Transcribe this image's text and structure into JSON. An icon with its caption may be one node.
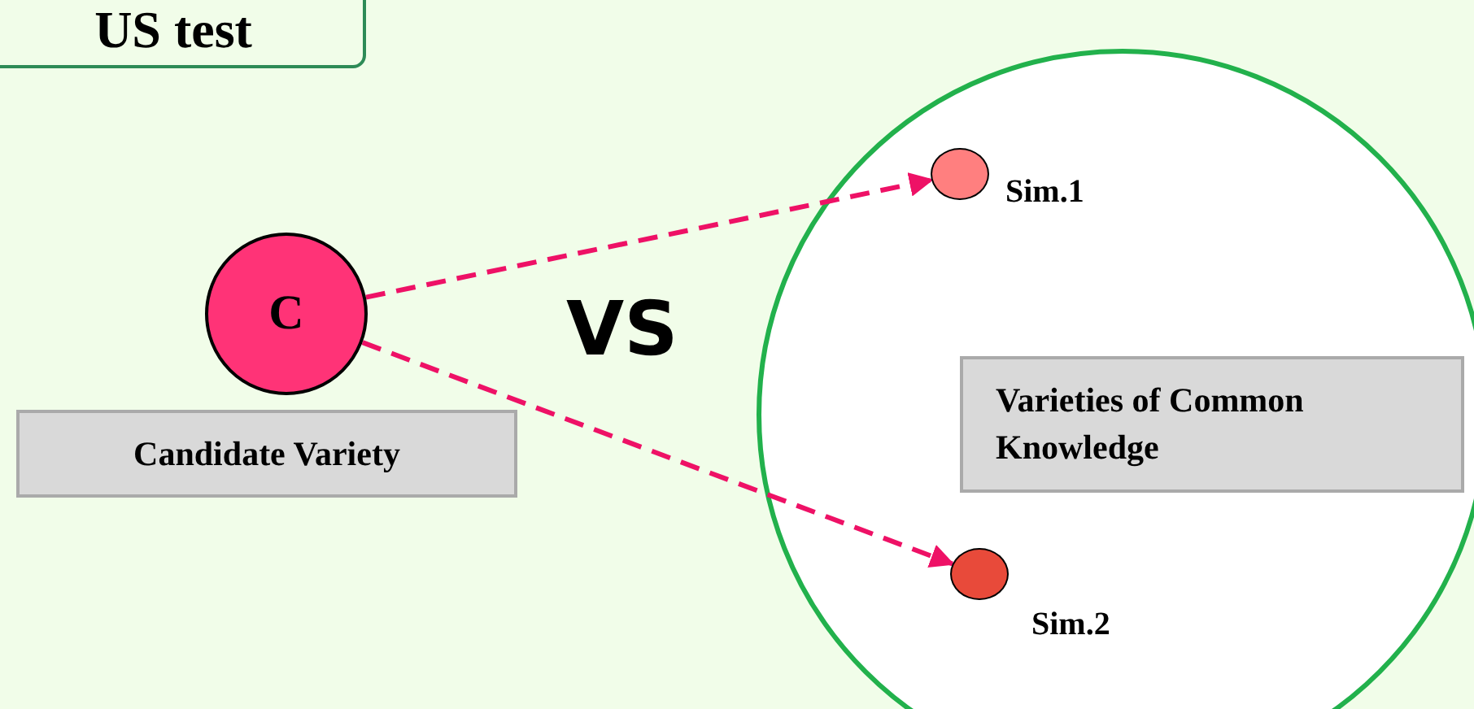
{
  "diagram": {
    "nodes": [
      {
        "text": [
          "US test"
        ]
      },
      {
        "text": [
          "C"
        ]
      },
      {
        "text": [
          "Candidate Variety"
        ]
      },
      {
        "text": [],
        "shape": "circle"
      },
      {
        "text": [],
        "shape": "circle",
        "in": 3,
        "beside": [
          "Sim.1"
        ]
      },
      {
        "text": [
          "Varieties of Common Knowledge"
        ],
        "in": 3
      },
      {
        "text": [],
        "shape": "circle",
        "in": 3,
        "beside": [
          "Sim.2"
        ]
      }
    ],
    "edges": [
      {
        "from": 1,
        "to": 4,
        "arrow": "to",
        "style": "dashed"
      },
      {
        "from": 1,
        "to": 6,
        "arrow": "to",
        "style": "dashed"
      }
    ],
    "labels": [
      "VS"
    ]
  }
}
